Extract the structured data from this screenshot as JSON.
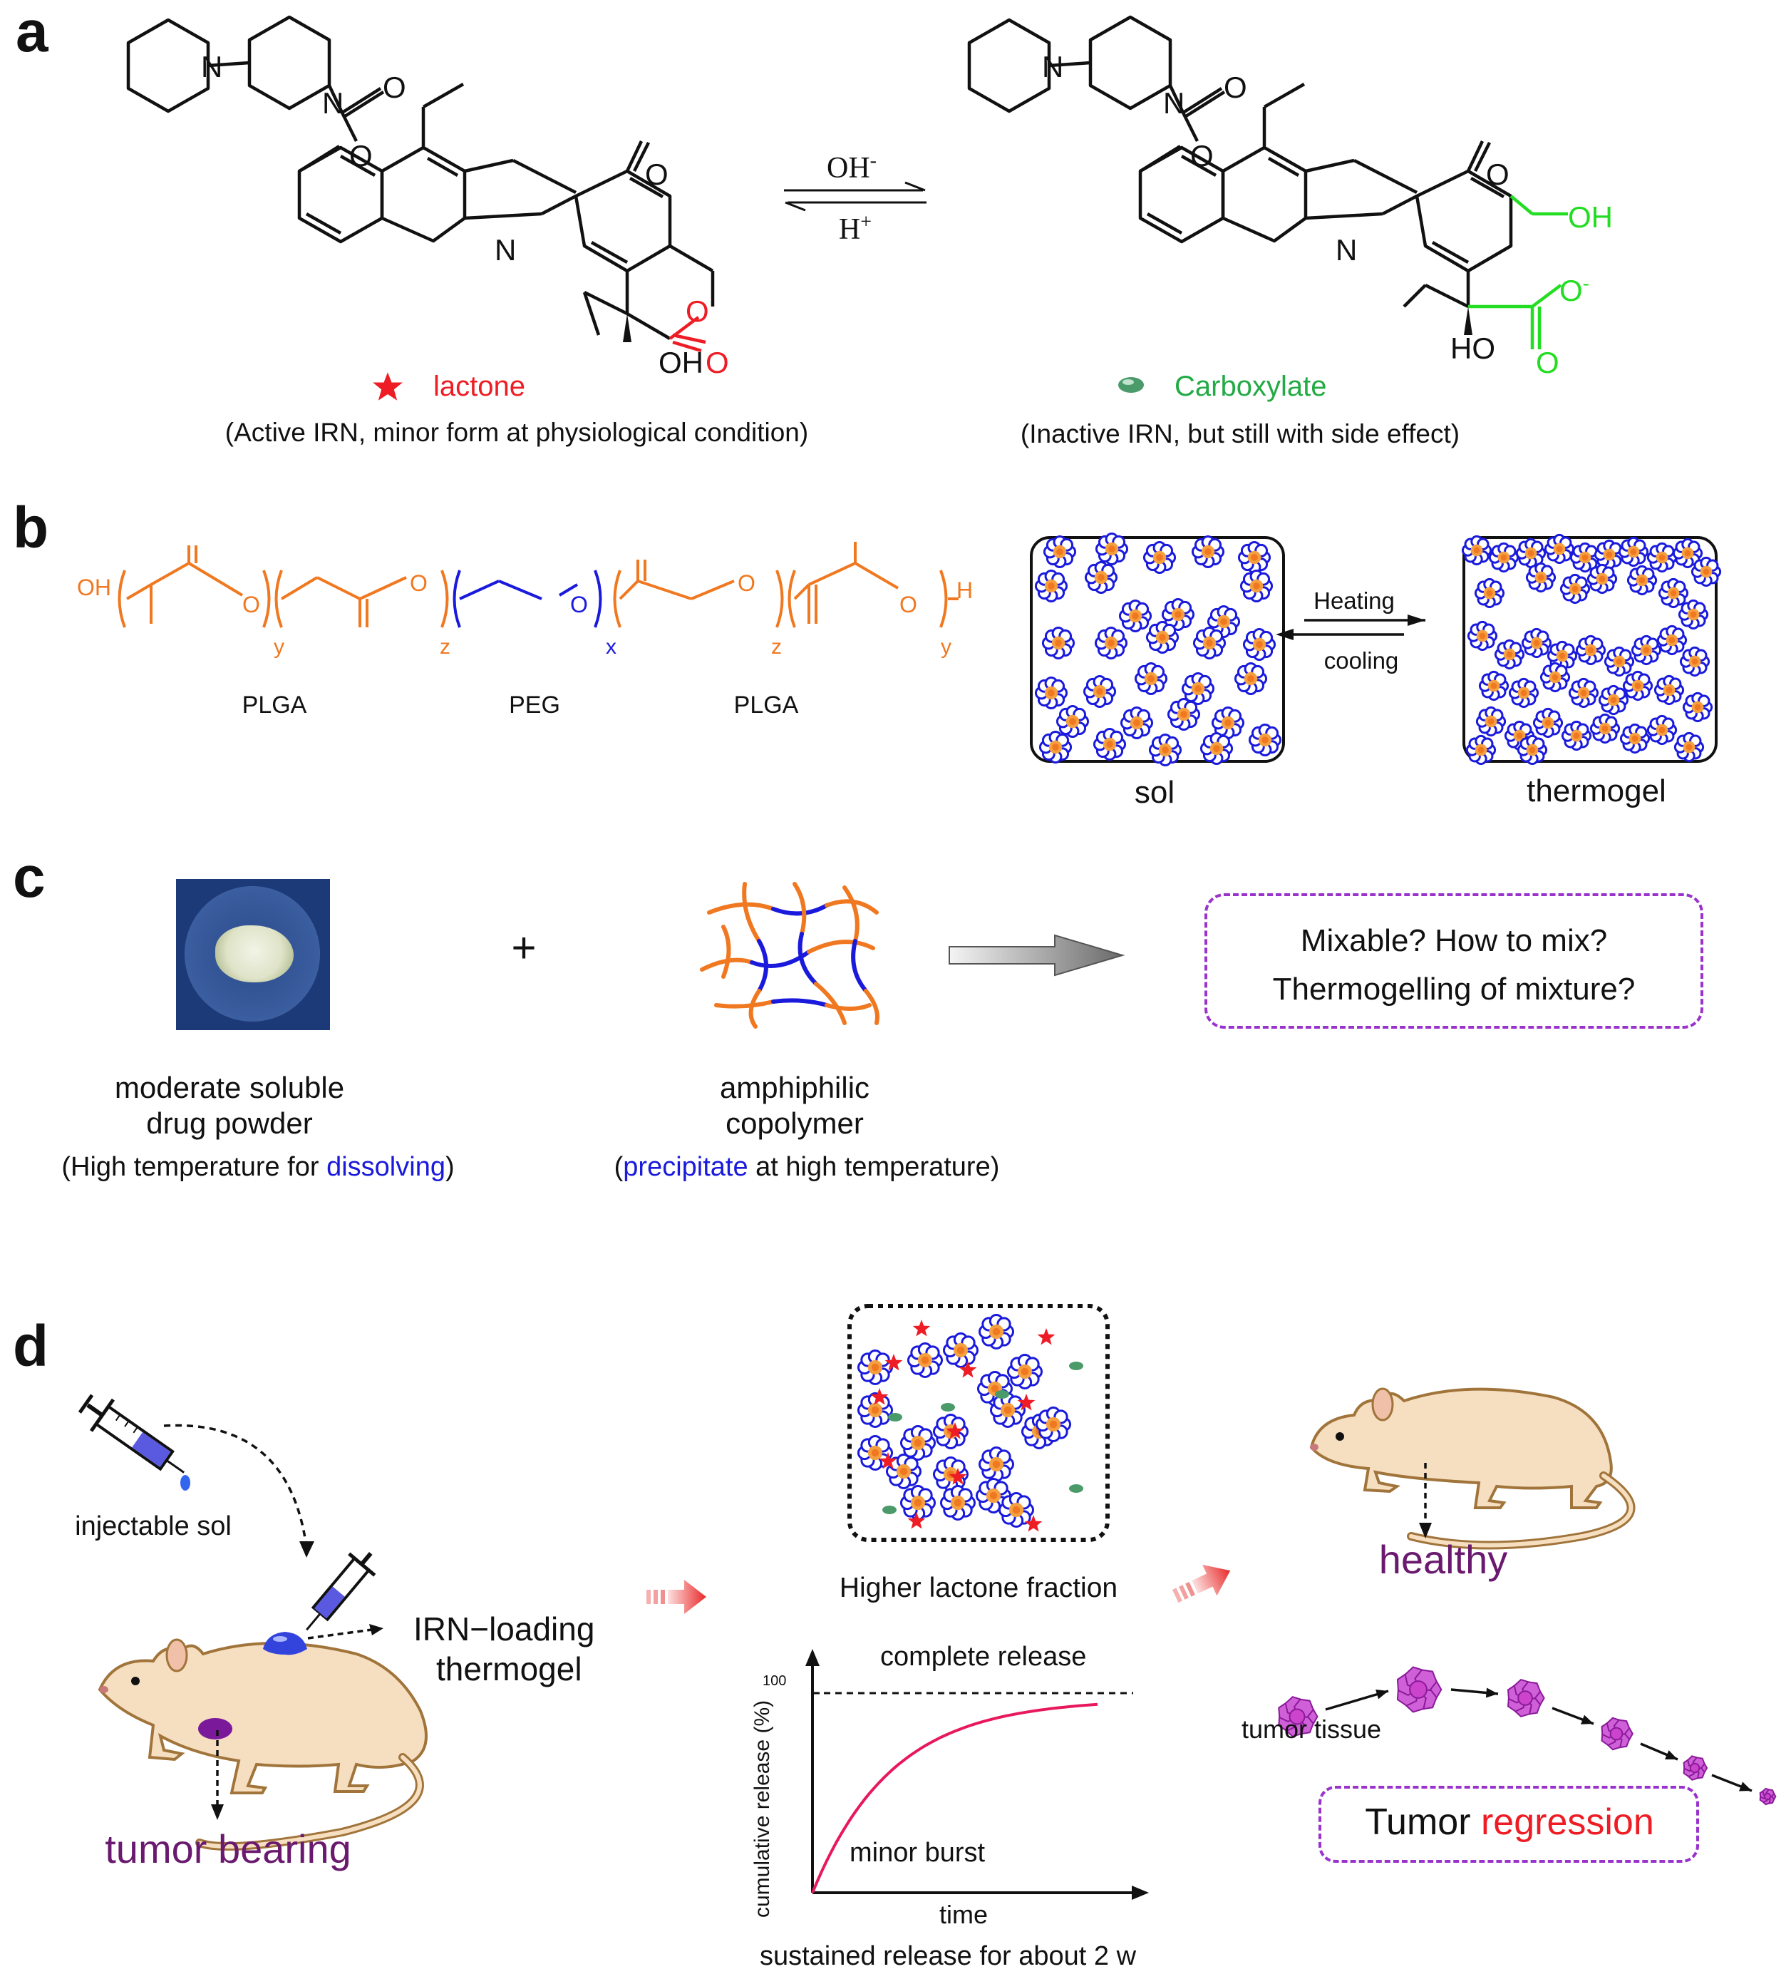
{
  "panels": {
    "a": "a",
    "b": "b",
    "c": "c",
    "d": "d"
  },
  "panel_a": {
    "equilibrium_top": "OH",
    "equilibrium_top_sup": "-",
    "equilibrium_bottom": "H",
    "equilibrium_bottom_sup": "+",
    "lactone": {
      "atoms": {
        "N1": "N",
        "N2": "N",
        "N3": "N",
        "O1": "O",
        "O2": "O",
        "O3": "O",
        "O4": "O",
        "OH": "OH"
      },
      "label": "lactone",
      "note": "(Active   IRN, minor form at physiological condition)"
    },
    "carboxylate": {
      "atoms": {
        "N1": "N",
        "N2": "N",
        "N3": "N",
        "O1": "O",
        "O2": "O",
        "O3": "O",
        "OH": "OH",
        "HO": "HO",
        "Ominus": "O",
        "Ominus_sup": "-"
      },
      "label": "Carboxylate",
      "note": "(Inactive IRN, but still with side effect)"
    },
    "colors": {
      "red": "#ee1c24",
      "green": "#22dd22",
      "markerGreen": "#4a9a6a"
    }
  },
  "panel_b": {
    "formula": {
      "OH": "OH",
      "H": "H",
      "y1": "y",
      "z1": "z",
      "x": "x",
      "z2": "z",
      "y2": "y",
      "O": "O"
    },
    "block_labels": [
      "PLGA",
      "PEG",
      "PLGA"
    ],
    "heating": "Heating",
    "cooling": "cooling",
    "sol": "sol",
    "thermogel": "thermogel",
    "colors": {
      "orange": "#f07820",
      "blue": "#1a1adc"
    }
  },
  "panel_c": {
    "plus": "+",
    "question_line1": "Mixable? How to mix?",
    "question_line2": "Thermogelling of mixture?",
    "drug_line1": "moderate soluble",
    "drug_line2": "drug powder",
    "drug_note_pre": "(High temperature for ",
    "drug_note_hl": "dissolving",
    "drug_note_post": ")",
    "copoly_line1": "amphiphilic",
    "copoly_line2": "copolymer",
    "copoly_note_pre": "(",
    "copoly_note_hl": "precipitate",
    "copoly_note_post": " at high temperature)",
    "colors": {
      "purple": "#9933cc",
      "blue": "#1a1adc"
    }
  },
  "panel_d": {
    "injectable_sol": "injectable sol",
    "irn_line1": "IRN−loading",
    "irn_line2": "thermogel",
    "tumor_bearing": "tumor bearing",
    "higher_lactone": "Higher lactone fraction",
    "healthy": "healthy",
    "tumor_tissue": "tumor tissue",
    "tumor_regression_pre": "Tumor ",
    "tumor_regression_hl": "regression",
    "colors": {
      "darkPurple": "#6a1a6e",
      "red": "#ee1c24",
      "tumor": "#cc44cc"
    }
  },
  "chart_data": {
    "type": "line",
    "title": "",
    "xlabel": "time",
    "ylabel": "cumulative release (%)",
    "y_tick": "100",
    "series": [
      {
        "values_description": "cumulative release rising from 0 toward a plateau near 100"
      }
    ],
    "reference_line_label": "complete release",
    "annotation": "minor burst",
    "caption": "sustained release for about 2 w",
    "curve_color": "#e8185c"
  }
}
